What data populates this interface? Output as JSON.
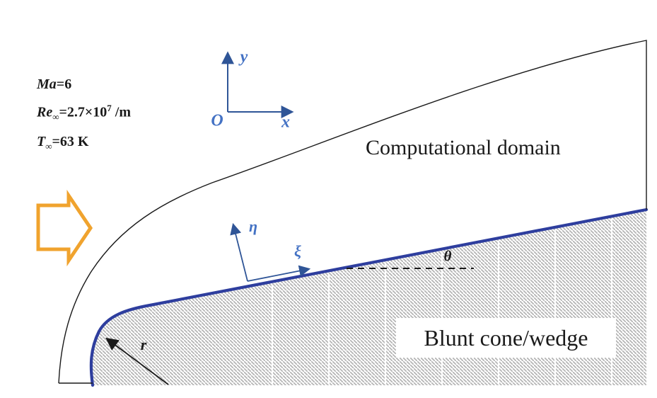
{
  "colors": {
    "label_blue": "#4472C4",
    "axis_blue": "#2F5597",
    "surface_blue": "#2E3E9E",
    "arrow_orange": "#F0A32E",
    "hatch_gray": "#B4B4B4",
    "ink_black": "#1A1A1A"
  },
  "figure": {
    "conditions": {
      "mach": {
        "variable": "Ma",
        "value": "=6"
      },
      "reynolds": {
        "variable": "Re",
        "subscript": "∞",
        "value": "=2.7×10",
        "superscript": "7",
        "unit": " /m"
      },
      "temperature": {
        "variable": "T",
        "subscript": "∞",
        "value": "=63 K"
      }
    },
    "labels": {
      "computational_domain": "Computational domain",
      "blunt_cone_wedge": "Blunt cone/wedge",
      "theta": "θ",
      "nose_radius": "r",
      "eta": "η",
      "xi": "ξ",
      "x_axis": "x",
      "y_axis": "y",
      "origin": "O"
    }
  }
}
